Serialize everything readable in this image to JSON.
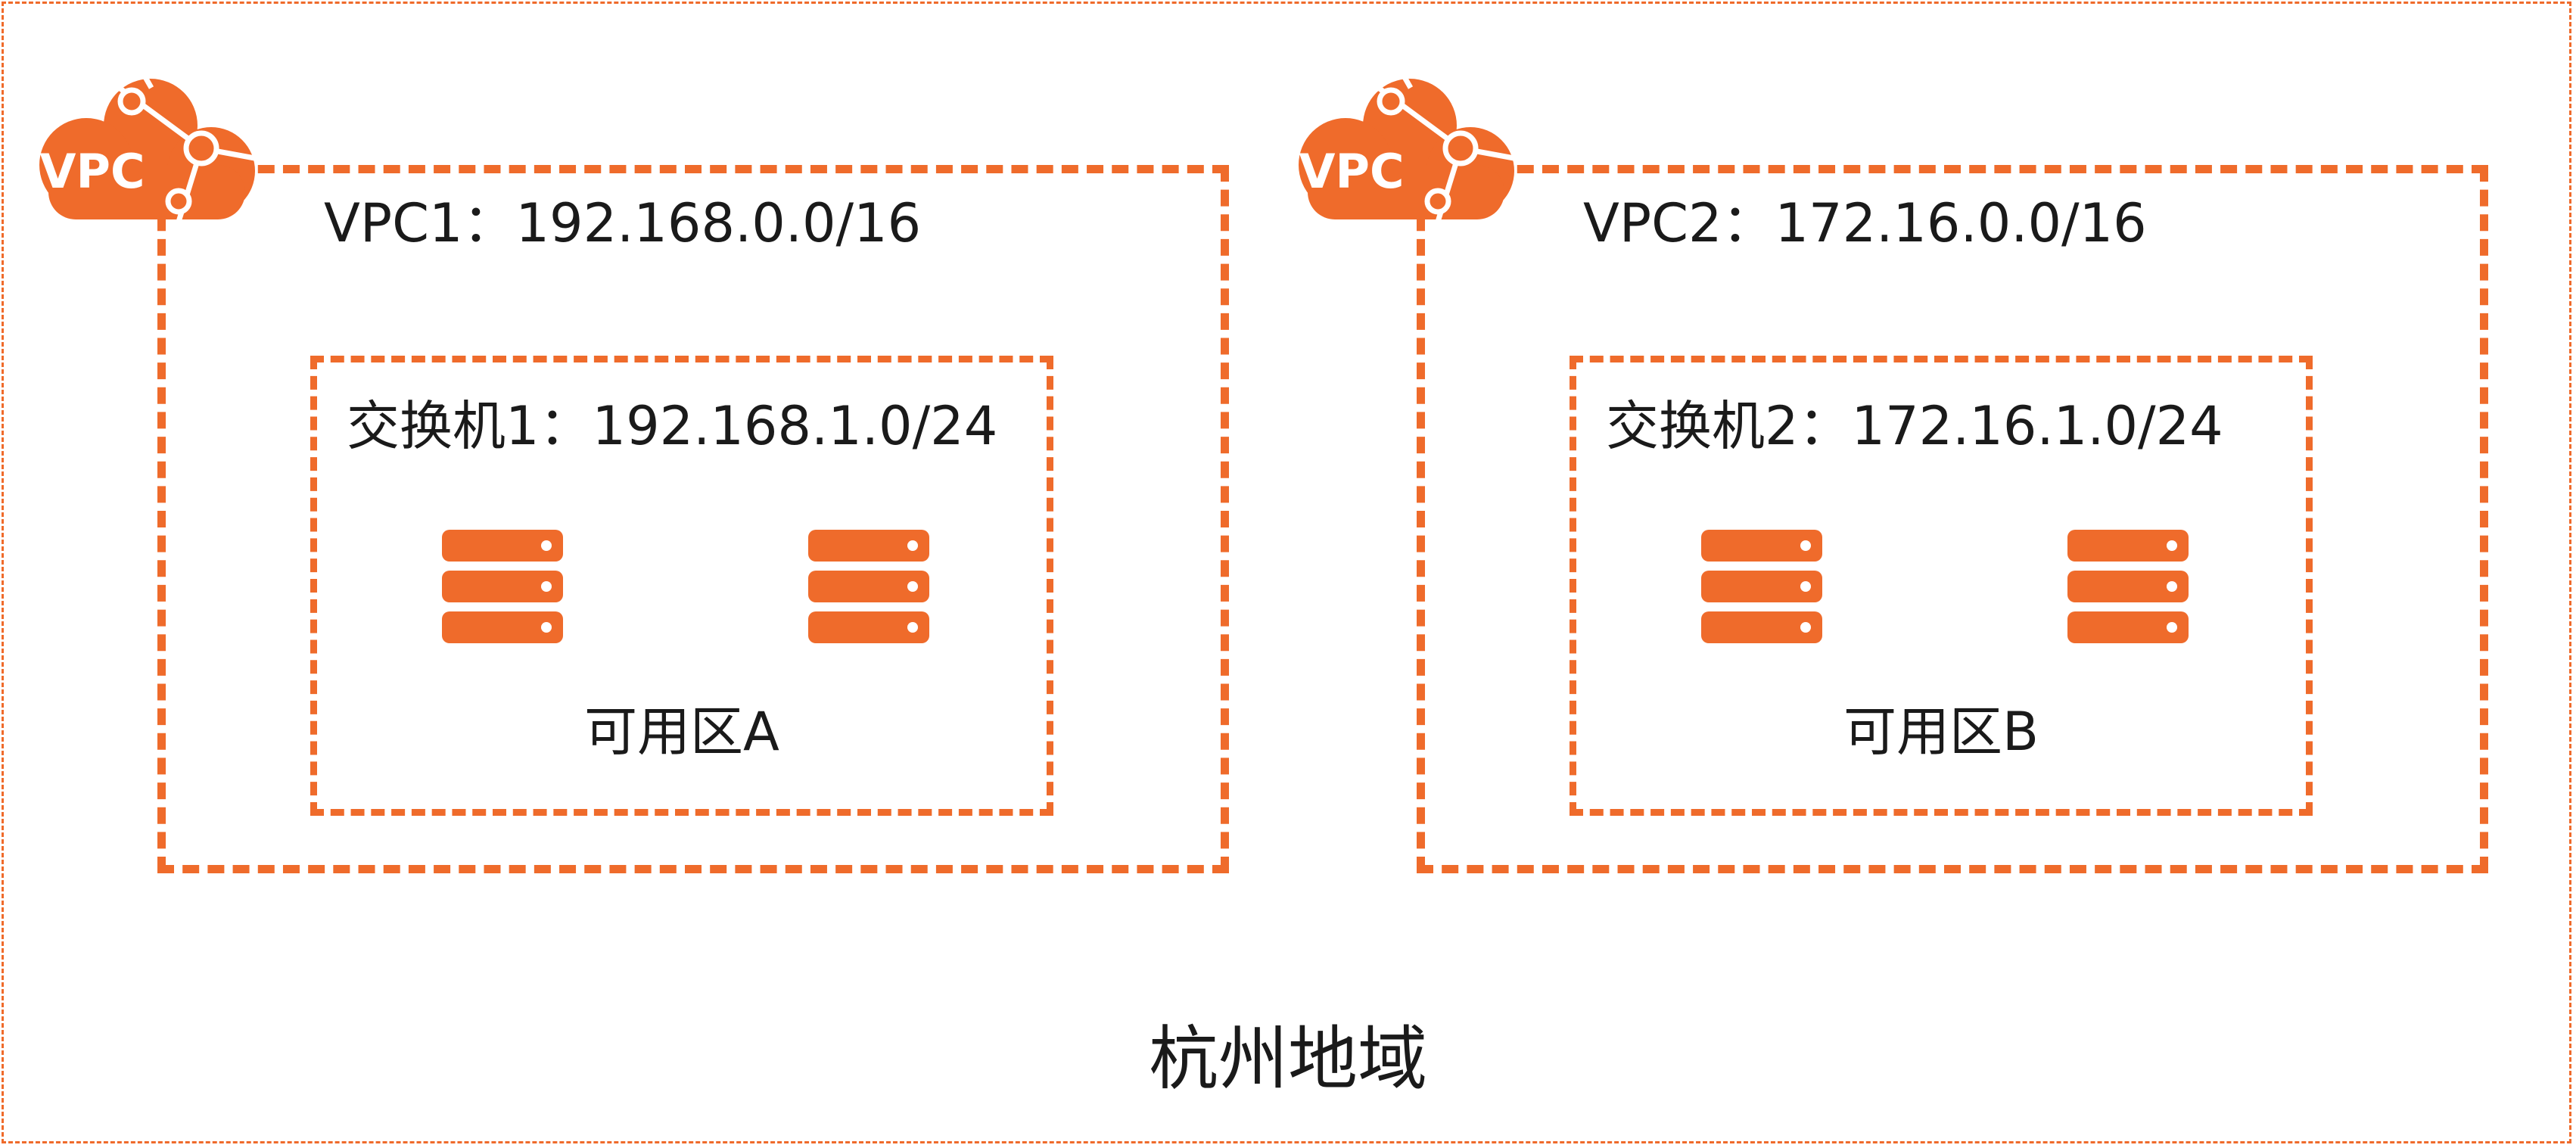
{
  "region": {
    "label": "杭州地域"
  },
  "vpcs": [
    {
      "icon_label": "VPC",
      "title": "VPC1：192.168.0.0/16",
      "vswitch": {
        "title": "交换机1：192.168.1.0/24",
        "zone": "可用区A",
        "servers": [
          "server-icon",
          "server-icon"
        ]
      }
    },
    {
      "icon_label": "VPC",
      "title": "VPC2：172.16.0.0/16",
      "vswitch": {
        "title": "交换机2：172.16.1.0/24",
        "zone": "可用区B",
        "servers": [
          "server-icon",
          "server-icon"
        ]
      }
    }
  ],
  "colors": {
    "accent": "#ef6b2b",
    "text": "#1a1a1a",
    "background": "#ffffff"
  }
}
